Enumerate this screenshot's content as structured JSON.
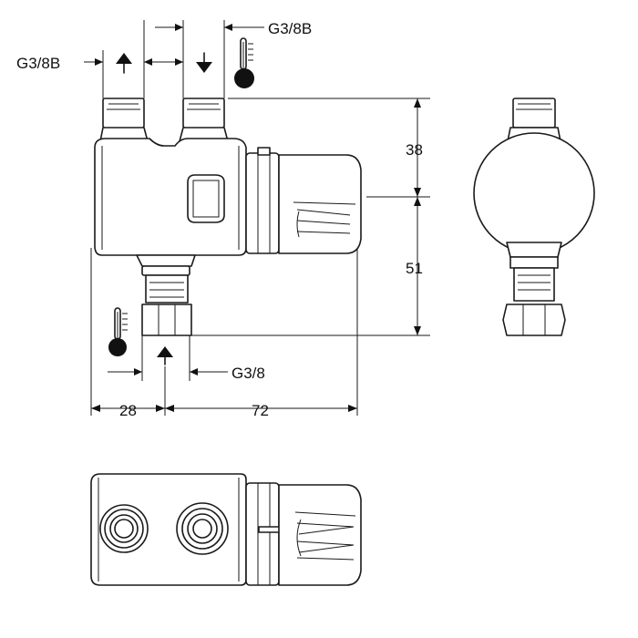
{
  "labels": {
    "thread_top": "G3/8B",
    "thread_top_right": "G3/8B",
    "thread_bottom": "G3/8"
  },
  "dimensions": {
    "height_upper": "38",
    "height_lower": "51",
    "width_left": "28",
    "width_right": "72"
  }
}
